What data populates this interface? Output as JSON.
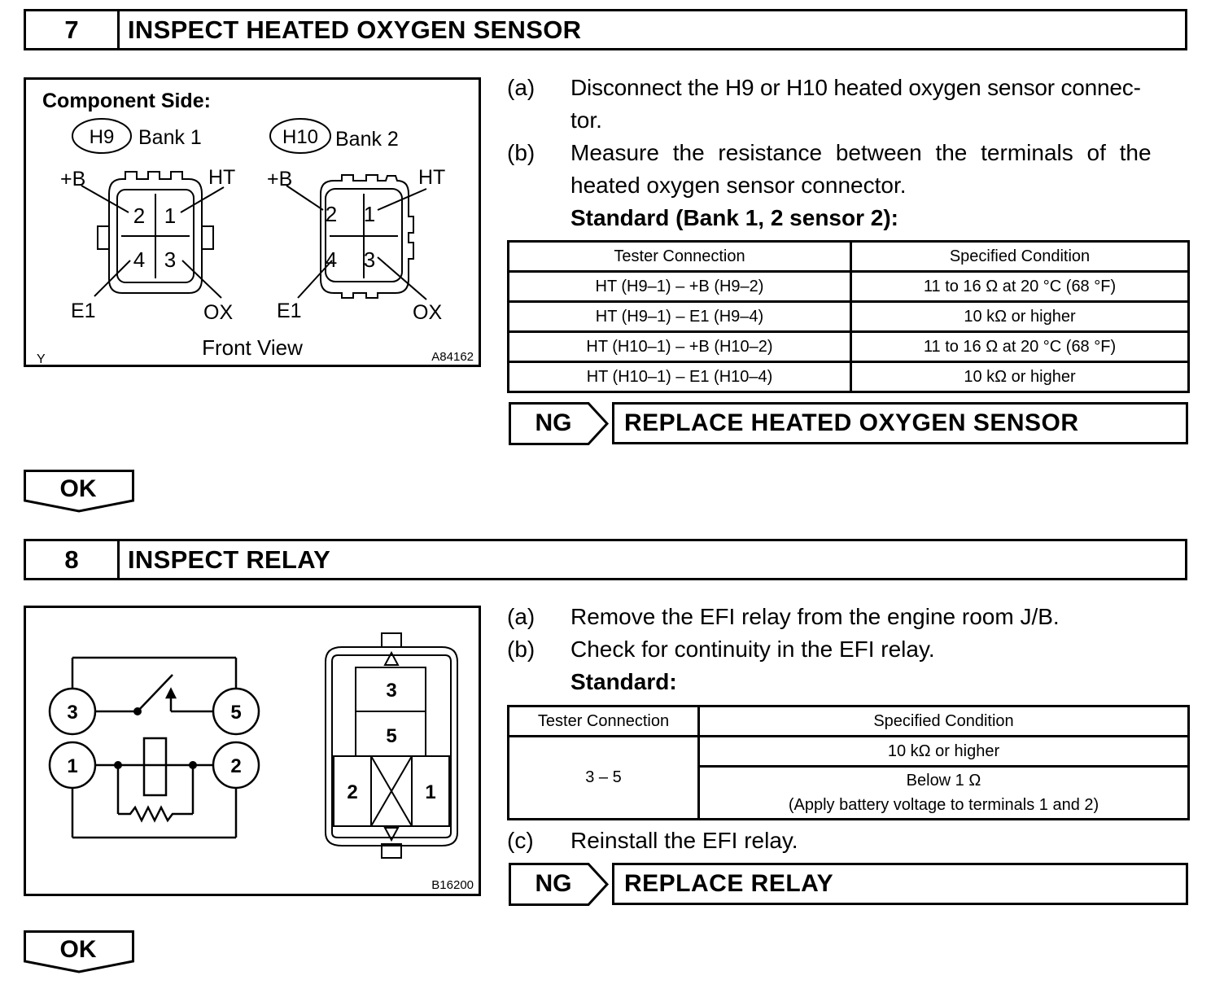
{
  "step7": {
    "number": "7",
    "title": "INSPECT HEATED OXYGEN SENSOR",
    "figure": {
      "caption": "Component Side:",
      "conn1_id": "H9",
      "conn1_bank": "Bank 1",
      "conn2_id": "H10",
      "conn2_bank": "Bank 2",
      "lbl_b": "+B",
      "lbl_ht": "HT",
      "lbl_e1": "E1",
      "lbl_ox": "OX",
      "pins": [
        "2",
        "1",
        "4",
        "3"
      ],
      "view": "Front View",
      "corner": "Y",
      "code": "A84162"
    },
    "instructions": [
      {
        "label": "(a)",
        "line1": "Disconnect the H9 or H10 heated oxygen sensor connec-",
        "line2": "tor."
      },
      {
        "label": "(b)",
        "line1": "Measure the resistance between the terminals of the",
        "line2": "heated oxygen sensor connector."
      }
    ],
    "standard": "Standard (Bank 1, 2 sensor 2):",
    "table": {
      "headers": [
        "Tester Connection",
        "Specified Condition"
      ],
      "rows": [
        [
          "HT (H9–1) – +B (H9–2)",
          "11 to 16 Ω at 20 °C (68 °F)"
        ],
        [
          "HT (H9–1) – E1 (H9–4)",
          "10 kΩ or higher"
        ],
        [
          "HT (H10–1) – +B (H10–2)",
          "11 to 16 Ω at 20 °C (68 °F)"
        ],
        [
          "HT (H10–1) – E1 (H10–4)",
          "10 kΩ or higher"
        ]
      ]
    },
    "ng_label": "NG",
    "ng_action": "REPLACE HEATED OXYGEN SENSOR",
    "ok_label": "OK"
  },
  "step8": {
    "number": "8",
    "title": "INSPECT RELAY",
    "figure": {
      "terminals": [
        "3",
        "5",
        "1",
        "2"
      ],
      "relay_cells": [
        "3",
        "5",
        "2",
        "1"
      ],
      "code": "B16200"
    },
    "instructions": [
      {
        "label": "(a)",
        "line1": "Remove the EFI relay from the engine room J/B."
      },
      {
        "label": "(b)",
        "line1": "Check for continuity in the EFI relay."
      }
    ],
    "standard": "Standard:",
    "table": {
      "headers": [
        "Tester Connection",
        "Specified Condition"
      ],
      "connection": "3 – 5",
      "cond1": "10 kΩ or higher",
      "cond2_line1": "Below 1 Ω",
      "cond2_line2": "(Apply battery voltage to terminals 1 and 2)"
    },
    "step_c": {
      "label": "(c)",
      "line1": "Reinstall the EFI relay."
    },
    "ng_label": "NG",
    "ng_action": "REPLACE RELAY",
    "ok_label": "OK"
  }
}
